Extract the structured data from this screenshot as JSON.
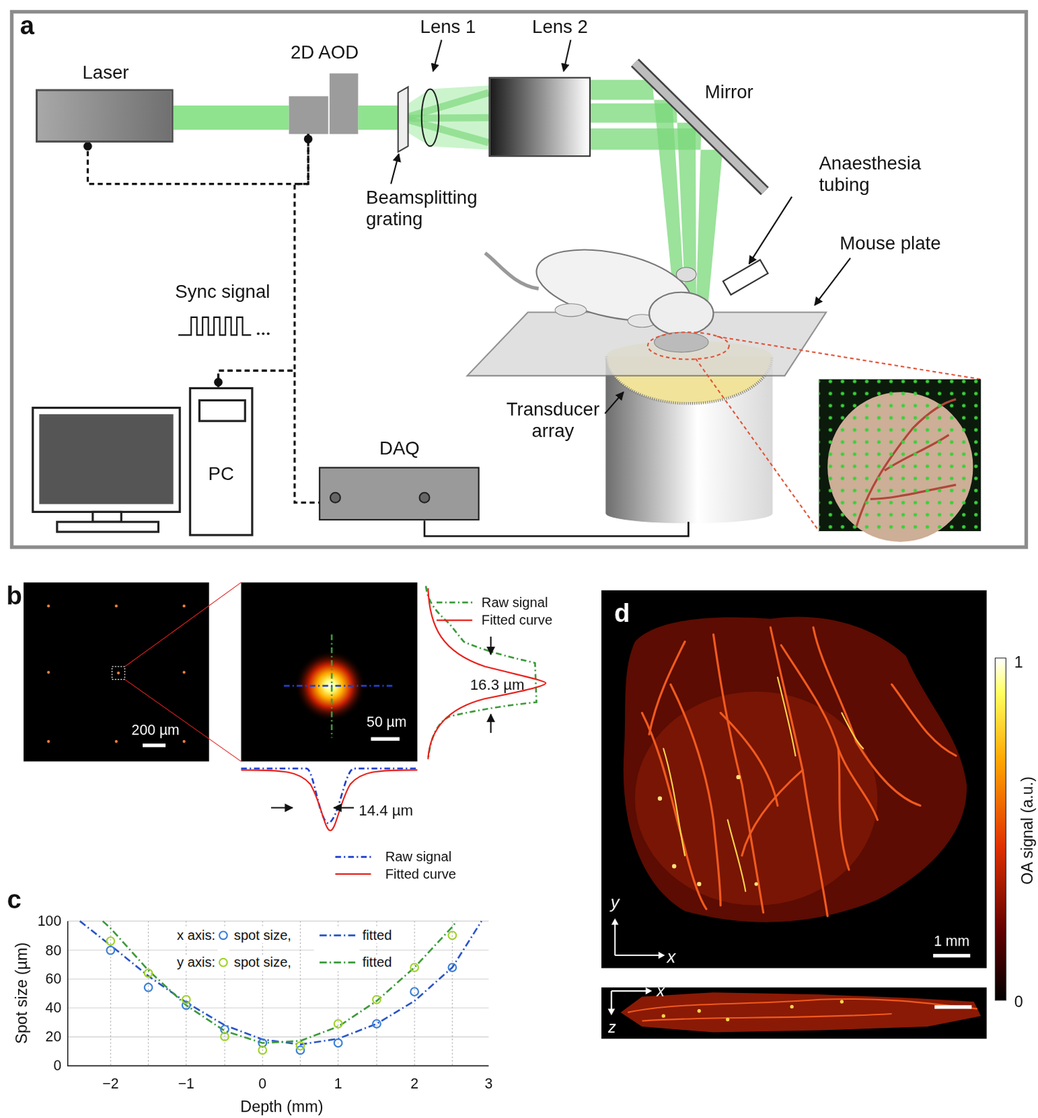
{
  "diagram": {
    "nodes": [
      {
        "text": [
          "a"
        ]
      },
      {
        "text": [
          "Laser"
        ],
        "in": 0
      },
      {
        "text": [
          "2D AOD"
        ],
        "in": 0
      },
      {
        "text": [
          "Lens 2"
        ],
        "in": 0
      },
      {
        "text": [
          "PC"
        ],
        "in": 0
      },
      {
        "text": [
          "DAQ"
        ],
        "in": 0
      },
      {
        "text": [
          "Transducer array"
        ],
        "in": 0
      }
    ],
    "edges": [
      {
        "from": 1,
        "to": 2,
        "arrow": "none"
      },
      {
        "from": 4,
        "to": 2,
        "arrow": "none"
      },
      {
        "from": 4,
        "to": 5,
        "arrow": "none"
      },
      {
        "from": 5,
        "to": 6,
        "arrow": "none"
      }
    ],
    "labels": [
      "Lens 1",
      "Beamsplitting grating",
      "Mirror",
      "Anaesthesia tubing",
      "Mouse plate",
      "Sync signal",
      "b",
      "200 µm",
      "50 µm",
      "16.3 µm",
      "14.4 µm",
      "c",
      "100",
      "80",
      "60",
      "40",
      "20",
      "0",
      "−2",
      "−1",
      "0",
      "1",
      "2",
      "3",
      "Spot size (µm)",
      "Depth (mm)",
      "x axis:",
      "spot size,",
      "fitted",
      "y axis:",
      "spot size,",
      "fitted",
      "d",
      "y",
      "x",
      "1 mm",
      "x",
      "z",
      "1",
      "0",
      "OA signal (a.u.)"
    ],
    "legend": [
      {
        "text": "Raw signal"
      },
      {
        "text": "Fitted curve"
      },
      {
        "text": "Raw signal"
      },
      {
        "text": "Fitted curve"
      }
    ]
  }
}
